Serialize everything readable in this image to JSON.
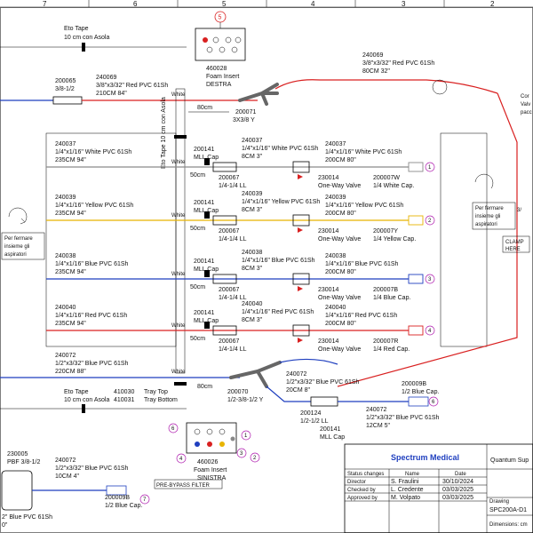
{
  "border": {
    "cols": [
      "7",
      "6",
      "5",
      "4",
      "3",
      "2"
    ]
  },
  "top_left": {
    "tape": "Eto Tape",
    "tape_sub": "10 cm con Asola"
  },
  "foam_top": {
    "num": "5",
    "code": "460028",
    "l1": "Foam Insert",
    "l2": "DESTRA"
  },
  "top_right_tube": {
    "code": "240069",
    "l1": "3/8\"x3/32\" Red PVC 61Sh",
    "l2": "80CM   32\""
  },
  "left_top_tube": {
    "code": "200065",
    "l1": "3/8-1/2"
  },
  "left_red_tube": {
    "code": "240069",
    "l1": "3/8\"x3/32\" Red PVC 61Sh",
    "l2": "210CM 84\""
  },
  "white_label": "White",
  "cm80": "80cm",
  "y_top": {
    "code": "200071",
    "l1": "3X3/8 Y"
  },
  "vertical_tape": "Eto Tape 10 cm con Asola",
  "side_note_right": {
    "l1": "Cor",
    "l2": "Valv",
    "l3": "pacc"
  },
  "pump_left": {
    "l1": "Per fermare",
    "l2": "insieme gli",
    "l3": "aspiratori"
  },
  "pump_right": {
    "l1": "Per fermare",
    "l2": "insieme gli",
    "l3": "aspiratori"
  },
  "clamp": {
    "l1": "CLAMP",
    "l2": "HERE"
  },
  "rows": [
    {
      "color": "#8a8a8a",
      "left_code": "240037",
      "left_l1": "1/4\"x1/16\" White PVC 61Sh",
      "left_l2": "235CM 94\"",
      "tag": "White",
      "cap_code": "200141",
      "cap_l1": "MLL Cap",
      "cm": "50cm",
      "ll_code": "200067",
      "ll_l1": "1/4-1/4 LL",
      "mid_code": "240037",
      "mid_l1": "1/4\"x1/16\" White PVC 61Sh",
      "mid_l2": "8CM    3\"",
      "r_code": "240037",
      "r_l1": "1/4\"x1/16\" White PVC 61Sh",
      "r_l2": "200CM 80\"",
      "valve_code": "230014",
      "valve_l1": "One-Way Valve",
      "end_code": "200007W",
      "end_l1": "1/4 White Cap.",
      "num": "1"
    },
    {
      "color": "#e8b400",
      "left_code": "240039",
      "left_l1": "1/4\"x1/16\" Yellow PVC 61Sh",
      "left_l2": "235CM 94\"",
      "tag": "White",
      "cap_code": "200141",
      "cap_l1": "MLL Cap",
      "cm": "50cm",
      "ll_code": "200067",
      "ll_l1": "1/4-1/4 LL",
      "mid_code": "240039",
      "mid_l1": "1/4\"x1/16\" Yellow PVC 61Sh",
      "mid_l2": "8CM    3\"",
      "r_code": "240039",
      "r_l1": "1/4\"x1/16\" Yellow PVC 61Sh",
      "r_l2": "200CM 80\"",
      "valve_code": "230014",
      "valve_l1": "One-Way Valve",
      "end_code": "200007Y",
      "end_l1": "1/4 Yellow Cap.",
      "num": "2"
    },
    {
      "color": "#1f3fbf",
      "left_code": "240038",
      "left_l1": "1/4\"x1/16\" Blue PVC 61Sh",
      "left_l2": "235CM 94\"",
      "tag": "White",
      "cap_code": "200141",
      "cap_l1": "MLL Cap",
      "cm": "50cm",
      "ll_code": "200067",
      "ll_l1": "1/4-1/4 LL",
      "mid_code": "240038",
      "mid_l1": "1/4\"x1/16\" Blue PVC 61Sh",
      "mid_l2": "8CM    3\"",
      "r_code": "240038",
      "r_l1": "1/4\"x1/16\" Blue PVC 61Sh",
      "r_l2": "200CM 80\"",
      "valve_code": "230014",
      "valve_l1": "One-Way Valve",
      "end_code": "200007B",
      "end_l1": "1/4 Blue Cap.",
      "num": "3"
    },
    {
      "color": "#d92020",
      "left_code": "240040",
      "left_l1": "1/4\"x1/16\" Red PVC 61Sh",
      "left_l2": "235CM 94\"",
      "tag": "White",
      "cap_code": "200141",
      "cap_l1": "MLL Cap",
      "cm": "50cm",
      "ll_code": "200067",
      "ll_l1": "1/4-1/4 LL",
      "mid_code": "240040",
      "mid_l1": "1/4\"x1/16\" Red PVC 61Sh",
      "mid_l2": "8CM    3\"",
      "r_code": "240040",
      "r_l1": "1/4\"x1/16\" Red PVC 61Sh",
      "r_l2": "200CM 80\"",
      "valve_code": "230014",
      "valve_l1": "One-Way Valve",
      "end_code": "200007R",
      "end_l1": "1/4 Red Cap.",
      "num": "4"
    }
  ],
  "blue_main": {
    "code": "240072",
    "l1": "1/2\"x3/32\" Blue PVC 61Sh",
    "l2": "220CM 88\""
  },
  "bottom_tape": {
    "l1": "Eto Tape",
    "l2": "10 cm con Asola"
  },
  "tray": {
    "c1": "410030",
    "c2": "410031",
    "l1": "Tray Top",
    "l2": "Tray Bottom"
  },
  "y_bottom": {
    "code": "200070",
    "l1": "1/2-3/8-1/2 Y"
  },
  "bottom_mid_tube": {
    "code": "240072",
    "l1": "1/2\"x3/32\" Blue PVC 61Sh",
    "l2": "20CM    8\""
  },
  "blue_cap6": {
    "code": "200009B",
    "l1": "1/2 Blue Cap.",
    "num": "6"
  },
  "ll_bottom": {
    "code": "200124",
    "l1": "1/2-1/2 LL"
  },
  "mll_bottom": {
    "code": "200141",
    "l1": "MLL Cap"
  },
  "bottom_short": {
    "code": "240072",
    "l1": "1/2\"x3/32\" Blue PVC 61Sh",
    "l2": "12CM    5\""
  },
  "foam_bottom": {
    "code": "460026",
    "l1": "Foam Insert",
    "l2": "SINISTRA",
    "n6": "6",
    "n1": "1",
    "n2": "2",
    "n3": "3",
    "n4": "4"
  },
  "bottom_left": {
    "code": "230005",
    "l1": "PBF 3/8-1/2",
    "l2": "2\" Blue PVC 61Sh",
    "l3": "0\""
  },
  "prebypass_tube": {
    "code": "240072",
    "l1": "1/2\"x3/32\" Blue PVC 61Sh",
    "l2": "10CM    4\""
  },
  "prebypass_cap": {
    "code": "200009B",
    "l1": "1/2 Blue Cap.",
    "num": "7"
  },
  "prebypass_label": "PRE-BYPASS FILTER",
  "title_block": {
    "logo": "Spectrum Medical",
    "product": "Quantum Sup",
    "col_name": "Name",
    "col_date": "Date",
    "rows": [
      {
        "label": "Status changes",
        "name": "Name",
        "date": "Date"
      },
      {
        "label": "Director",
        "name": "S. Fraulini",
        "date": "30/10/2024"
      },
      {
        "label": "Checked by",
        "name": "L. Credente",
        "date": "03/03/2025"
      },
      {
        "label": "Approved by",
        "name": "M. Volpato",
        "date": "03/03/2025"
      }
    ],
    "drawing_label": "Drawing",
    "drawing_no": "SPC200A-D1",
    "dim_label": "Dimensions: cm"
  }
}
